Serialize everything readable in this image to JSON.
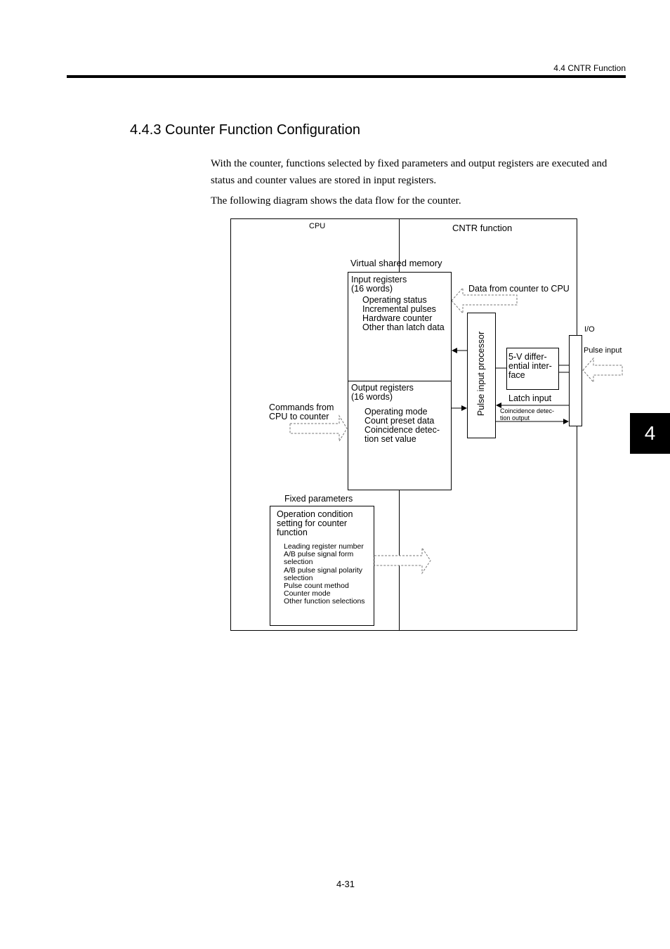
{
  "header": {
    "running_head": "4.4  CNTR Function"
  },
  "section": {
    "title": "4.4.3  Counter Function Configuration"
  },
  "body": {
    "paragraph_1": "With the counter, functions selected by fixed parameters and output registers are executed and status and counter values are stored in input registers.",
    "paragraph_2": "The following diagram shows the data flow for the counter."
  },
  "diagram": {
    "cpu_label": "CPU",
    "cntr_label": "CNTR function",
    "virtual_shared_memory": "Virtual shared memory",
    "input_registers": {
      "title": [
        "Input registers",
        "(16 words)"
      ],
      "items": [
        "Operating status",
        "Incremental pulses",
        "Hardware counter",
        "Other than latch data"
      ]
    },
    "output_registers": {
      "title": [
        "Output registers",
        "(16 words)"
      ],
      "items": [
        "Operating mode",
        "Count preset data",
        "Coincidence detec-",
        "tion set value"
      ]
    },
    "data_from_counter": "Data from counter to CPU",
    "commands_from_cpu": [
      "Commands from",
      "CPU to counter"
    ],
    "pulse_input_processor": "Pulse input processor",
    "five_v_interface": [
      "5-V differ-",
      "ential inter-",
      "face"
    ],
    "io_label": "I/O",
    "pulse_input": "Pulse input",
    "latch_input": "Latch input",
    "coincidence_output": [
      "Coincidence detec-",
      "tion output"
    ],
    "fixed_parameters": {
      "label": "Fixed parameters",
      "title": [
        "Operation condition",
        "setting for counter",
        "function"
      ],
      "items": [
        "Leading register number",
        "A/B pulse signal form",
        "selection",
        "A/B pulse signal polarity",
        "selection",
        "Pulse count method",
        "Counter mode",
        "Other function selections"
      ]
    }
  },
  "chapter_tab": "4",
  "footer": {
    "page_number": "4-31"
  }
}
